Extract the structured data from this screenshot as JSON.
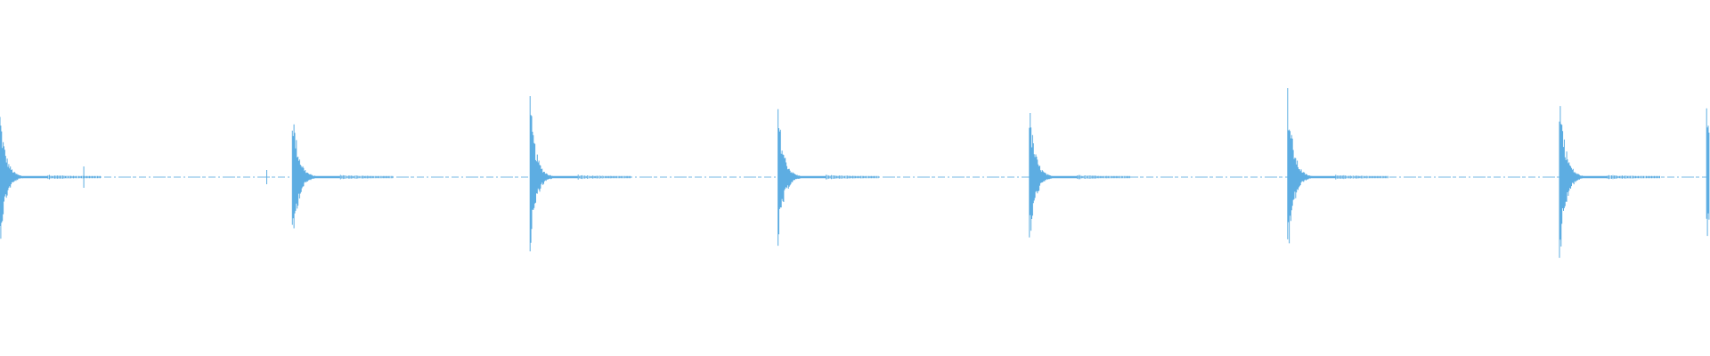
{
  "waveform": {
    "color": "#5DADE2",
    "background": "#ffffff",
    "transients": [
      {
        "position": 0.0,
        "amplitude": 0.4
      },
      {
        "position": 0.171,
        "amplitude": 0.44
      },
      {
        "position": 0.31,
        "amplitude": 0.46
      },
      {
        "position": 0.455,
        "amplitude": 0.42
      },
      {
        "position": 0.602,
        "amplitude": 0.43
      },
      {
        "position": 0.753,
        "amplitude": 0.52
      },
      {
        "position": 0.912,
        "amplitude": 0.54
      },
      {
        "position": 0.998,
        "amplitude": 0.4
      }
    ],
    "small_ticks": [
      {
        "position": 0.049,
        "amplitude": 0.06
      },
      {
        "position": 0.156,
        "amplitude": 0.04
      }
    ]
  }
}
